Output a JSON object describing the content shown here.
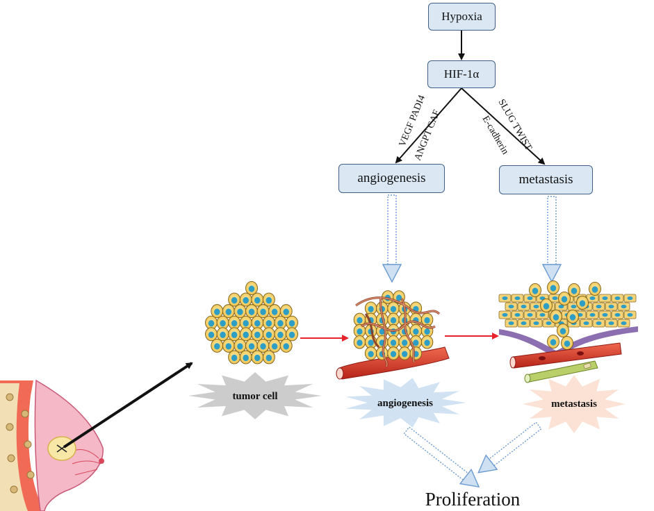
{
  "nodes": {
    "hypoxia": "Hypoxia",
    "hif": "HIF-1α",
    "angiogenesis": "angiogenesis",
    "metastasis": "metastasis"
  },
  "edge_labels": {
    "left_outer": "VEGF PADI4",
    "left_inner": "ANGPT CAF",
    "right_outer": "SLUG TWIST",
    "right_inner": "E-cadherin"
  },
  "badges": {
    "tumor": "tumor cell",
    "angio": "angiogenesis",
    "meta": "metastasis"
  },
  "result": "Proliferation",
  "colors": {
    "box_fill": "#dbe8f4",
    "box_border": "#3f5f87",
    "arrow_red": "#e8222a",
    "cell_fill": "#f4d26c",
    "nucleus": "#2e9ec4",
    "tumor_badge": "#c9c9c9",
    "angio_badge": "#cfe0f2",
    "meta_badge": "#fbe0d2"
  }
}
